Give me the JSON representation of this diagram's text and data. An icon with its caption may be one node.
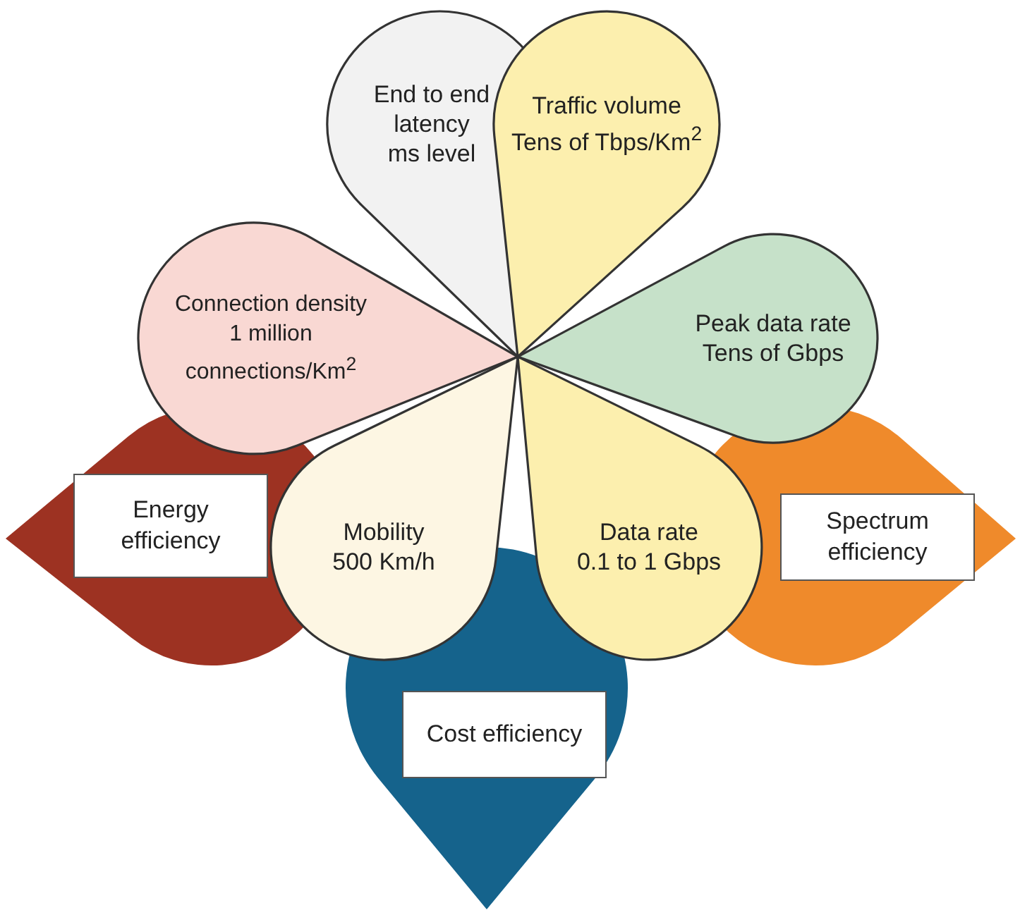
{
  "diagram": {
    "nodes": [
      {
        "text": [
          "End to end latency",
          "ms level"
        ]
      },
      {
        "text": [
          "Traffic volume",
          "Tens of Tbps/Km$^{2}$"
        ]
      },
      {
        "text": [
          "Connection density",
          "1 million connections/Km$^{2}$"
        ]
      },
      {
        "text": [
          "Peak data rate",
          "Tens of Gbps"
        ]
      },
      {
        "text": [
          "Energy efficiency"
        ]
      },
      {
        "text": [
          "Mobility",
          "500 Km/h"
        ]
      },
      {
        "text": [
          "Data rate",
          "0.1 to 1 Gbps"
        ]
      },
      {
        "text": [
          "Spectrum efficiency"
        ]
      },
      {
        "text": [
          "Cost efficiency"
        ]
      }
    ]
  }
}
